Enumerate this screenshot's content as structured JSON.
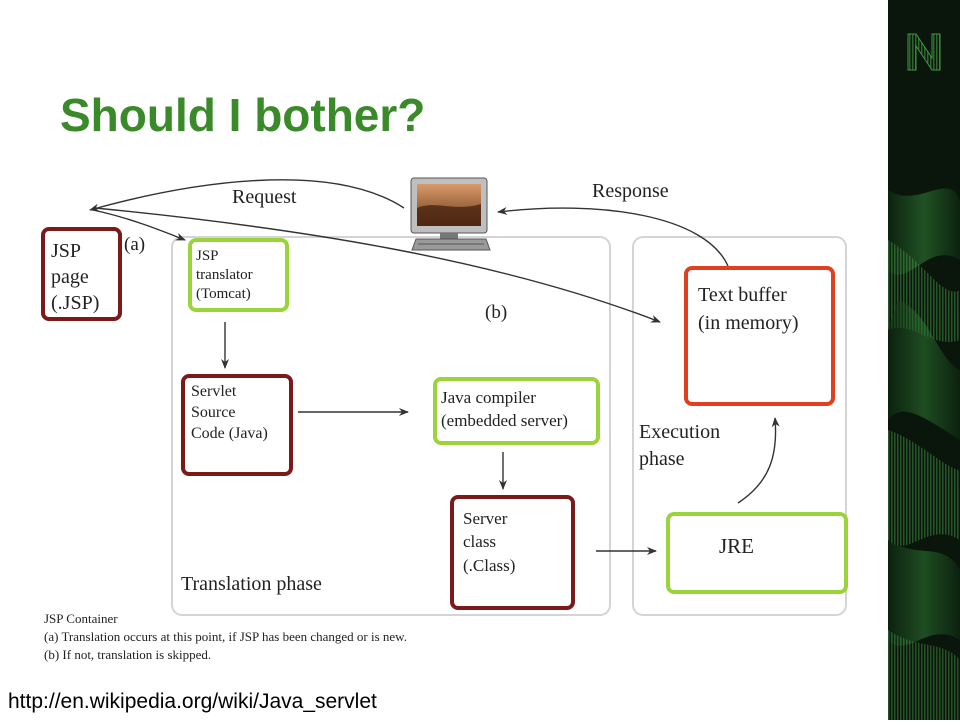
{
  "slide": {
    "title": "Should I bother?",
    "url": "http://en.wikipedia.org/wiki/Java_servlet"
  },
  "diagram": {
    "arrow_labels": {
      "request": "Request",
      "response": "Response",
      "a": "(a)",
      "b": "(b)"
    },
    "jsp_page": [
      "JSP",
      "page",
      "(.JSP)"
    ],
    "jsp_translator": [
      "JSP",
      "translator",
      "(Tomcat)"
    ],
    "servlet_source": [
      "Servlet",
      "Source",
      "Code (Java)"
    ],
    "java_compiler": [
      "Java compiler",
      "(embedded server)"
    ],
    "server_class": [
      "Server",
      "class",
      "(.Class)"
    ],
    "text_buffer": [
      "Text buffer",
      "(in memory)"
    ],
    "jre": "JRE",
    "translation_phase": "Translation phase",
    "execution_phase": [
      "Execution",
      "phase"
    ],
    "caption": [
      "JSP Container",
      "(a) Translation occurs at this point, if JSP has been changed or is new.",
      "(b) If not, translation is skipped."
    ]
  },
  "colors": {
    "title": "#3a8a2a",
    "red_box": "#7a1a1a",
    "green_box": "#9bd43a",
    "buffer_box": "#e04020",
    "side_strip": "#0a160b"
  },
  "icons": {
    "client": "computer-monitor-icon",
    "brand": "n-logo-icon"
  }
}
